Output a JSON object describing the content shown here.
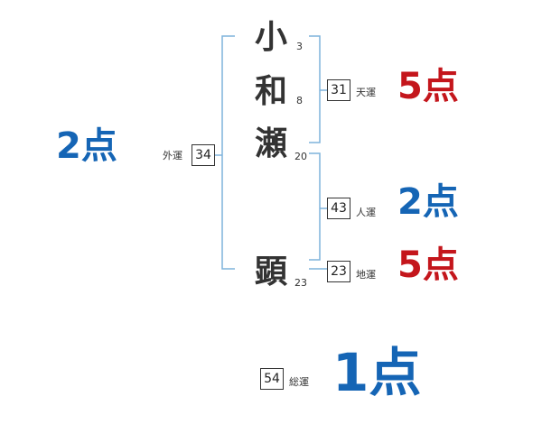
{
  "name": {
    "characters": [
      {
        "char": "小",
        "strokes": "3"
      },
      {
        "char": "和",
        "strokes": "8"
      },
      {
        "char": "瀬",
        "strokes": "20"
      },
      {
        "char": "顕",
        "strokes": "23"
      }
    ]
  },
  "fortunes": {
    "ten": {
      "label": "天運",
      "value": "31",
      "score": "5点"
    },
    "jin": {
      "label": "人運",
      "value": "43",
      "score": "2点"
    },
    "chi": {
      "label": "地運",
      "value": "23",
      "score": "5点"
    },
    "gai": {
      "label": "外運",
      "value": "34",
      "score": "2点"
    },
    "sou": {
      "label": "総運",
      "value": "54",
      "score": "1点"
    }
  },
  "colors": {
    "bracket": "#7fb3dc",
    "score_red": "#c4161c",
    "score_blue": "#1565b5",
    "text": "#333333"
  }
}
